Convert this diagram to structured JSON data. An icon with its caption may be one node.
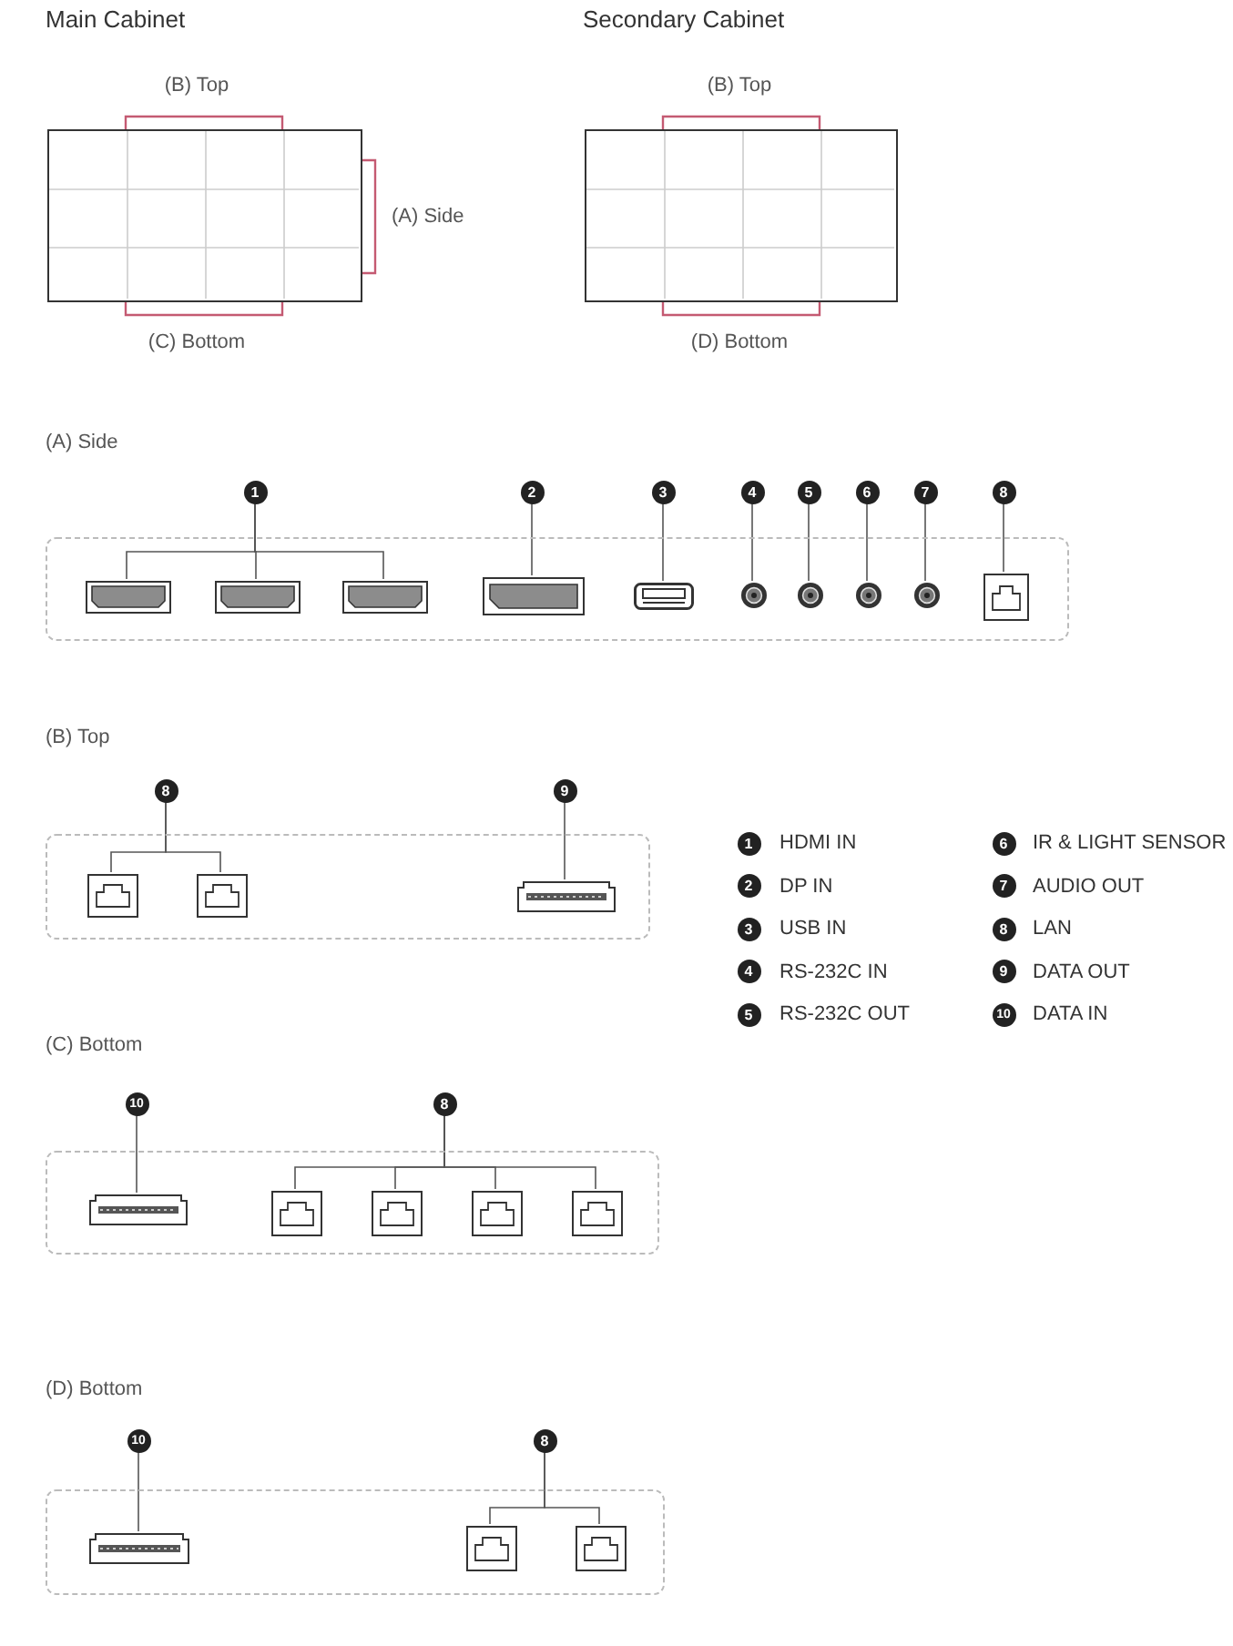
{
  "diagram": {
    "nodes": [
      {
        "text": [
          "Main Cabinet"
        ]
      },
      {
        "text": [
          "Secondary Cabinet"
        ]
      },
      {
        "text": [],
        "shape": "box"
      },
      {
        "text": [
          "1"
        ]
      },
      {
        "text": [
          "2"
        ]
      },
      {
        "text": [
          "3"
        ]
      },
      {
        "text": [
          "4"
        ]
      },
      {
        "text": [
          "5"
        ]
      },
      {
        "text": [
          "6"
        ]
      },
      {
        "text": [
          "7"
        ]
      },
      {
        "text": [
          "8"
        ]
      },
      {
        "text": [],
        "shape": "hdmi",
        "in": 2
      },
      {
        "text": [],
        "shape": "hdmi",
        "in": 2
      },
      {
        "text": [],
        "shape": "hdmi",
        "in": 2
      },
      {
        "text": [],
        "shape": "displayport",
        "in": 2
      },
      {
        "text": [],
        "shape": "usb",
        "in": 2
      },
      {
        "text": [],
        "shape": "jack",
        "in": 2
      },
      {
        "text": [],
        "shape": "jack",
        "in": 2
      },
      {
        "text": [],
        "shape": "jack",
        "in": 2
      },
      {
        "text": [],
        "shape": "jack",
        "in": 2
      },
      {
        "text": [],
        "shape": "ethernet",
        "in": 2
      },
      {
        "text": [],
        "shape": "box"
      },
      {
        "text": [
          "8"
        ]
      },
      {
        "text": [
          "9"
        ]
      },
      {
        "text": [],
        "shape": "ethernet",
        "in": 21
      },
      {
        "text": [],
        "shape": "ethernet",
        "in": 21
      },
      {
        "text": [],
        "shape": "connector",
        "in": 21
      },
      {
        "text": [],
        "shape": "box"
      },
      {
        "text": [
          "10"
        ]
      },
      {
        "text": [
          "8"
        ]
      },
      {
        "text": [],
        "shape": "connector",
        "in": 27
      },
      {
        "text": [],
        "shape": "ethernet",
        "in": 27
      },
      {
        "text": [],
        "shape": "ethernet",
        "in": 27
      },
      {
        "text": [],
        "shape": "ethernet",
        "in": 27
      },
      {
        "text": [],
        "shape": "ethernet",
        "in": 27
      },
      {
        "text": [],
        "shape": "box"
      },
      {
        "text": [
          "10"
        ]
      },
      {
        "text": [
          "8"
        ]
      },
      {
        "text": [],
        "shape": "connector",
        "in": 35
      },
      {
        "text": [],
        "shape": "ethernet",
        "in": 35
      },
      {
        "text": [],
        "shape": "ethernet",
        "in": 35
      }
    ],
    "edges": [
      {
        "from": 3,
        "to": 11,
        "arrow": "none"
      },
      {
        "from": 3,
        "to": 12,
        "arrow": "none"
      },
      {
        "from": 3,
        "to": 13,
        "arrow": "none"
      },
      {
        "from": 4,
        "to": 14,
        "arrow": "none"
      },
      {
        "from": 5,
        "to": 15,
        "arrow": "none"
      },
      {
        "from": 6,
        "to": 16,
        "arrow": "none"
      },
      {
        "from": 7,
        "to": 17,
        "arrow": "none"
      },
      {
        "from": 8,
        "to": 18,
        "arrow": "none"
      },
      {
        "from": 9,
        "to": 19,
        "arrow": "none"
      },
      {
        "from": 10,
        "to": 20,
        "arrow": "none"
      },
      {
        "from": 22,
        "to": 24,
        "arrow": "none"
      },
      {
        "from": 22,
        "to": 25,
        "arrow": "none"
      },
      {
        "from": 23,
        "to": 26,
        "arrow": "none"
      },
      {
        "from": 28,
        "to": 30,
        "arrow": "none"
      },
      {
        "from": 29,
        "to": 31,
        "arrow": "none"
      },
      {
        "from": 29,
        "to": 32,
        "arrow": "none"
      },
      {
        "from": 29,
        "to": 33,
        "arrow": "none"
      },
      {
        "from": 29,
        "to": 34,
        "arrow": "none"
      },
      {
        "from": 36,
        "to": 38,
        "arrow": "none"
      },
      {
        "from": 37,
        "to": 39,
        "arrow": "none"
      },
      {
        "from": 37,
        "to": 40,
        "arrow": "none"
      }
    ],
    "labels": [
      "(B) Top",
      "(A) Side",
      "(C) Bottom",
      "(B) Top",
      "(D) Bottom",
      "(A) Side",
      "(B) Top",
      "1",
      "HDMI IN",
      "6",
      "IR & LIGHT SENSOR",
      "2",
      "DP IN",
      "7",
      "AUDIO OUT",
      "3",
      "USB IN",
      "8",
      "LAN",
      "4",
      "RS-232C IN",
      "9",
      "DATA OUT",
      "5",
      "RS-232C OUT",
      "10",
      "DATA IN",
      "(C) Bottom",
      "(D) Bottom"
    ]
  }
}
